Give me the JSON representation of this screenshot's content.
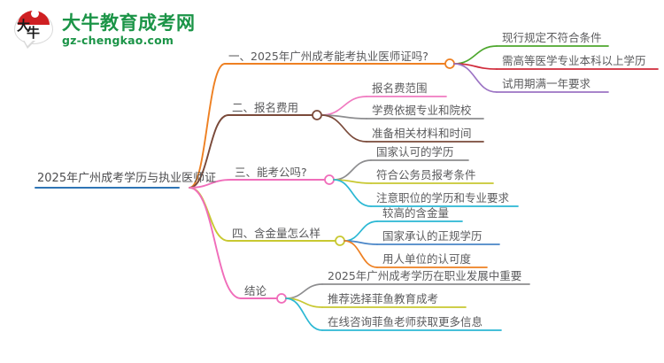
{
  "logo": {
    "mark_char_1": "大",
    "mark_char_2": "牛",
    "title": "大牛教育成考网",
    "url": "gz-chengkao.com",
    "brand_green": "#1b9447",
    "brand_red": "#cf1f22"
  },
  "mindmap": {
    "root": {
      "label": "2025年广州成考学历与执业医师证",
      "color": "#2e74b5"
    },
    "branches": [
      {
        "label": "一、2025年广州成考能考执业医师证吗?",
        "color": "#ee8022",
        "children": [
          {
            "label": "现行规定不符合条件",
            "color": "#4ea72e"
          },
          {
            "label": "需高等医学专业本科以上学历",
            "color": "#d02a3a"
          },
          {
            "label": "试用期满一年要求",
            "color": "#9c74c4"
          }
        ]
      },
      {
        "label": "二、报名费用",
        "color": "#7a4a3a",
        "children": [
          {
            "label": "报名费范围",
            "color": "#f07ac0"
          },
          {
            "label": "学费依据专业和院校",
            "color": "#8d8d8f"
          },
          {
            "label": "准备相关材料和时间",
            "color": "#7a4a3a"
          }
        ]
      },
      {
        "label": "三、能考公吗?",
        "color": "#f06dba",
        "children": [
          {
            "label": "国家认可的学历",
            "color": "#8d8d8f"
          },
          {
            "label": "符合公务员报考条件",
            "color": "#c8c831"
          },
          {
            "label": "注意职位的学历和专业要求",
            "color": "#2bb8d4"
          }
        ]
      },
      {
        "label": "四、含金量怎么样",
        "color": "#c8c831",
        "children": [
          {
            "label": "较高的含金量",
            "color": "#2bb8d4"
          },
          {
            "label": "国家承认的正规学历",
            "color": "#4a86c8"
          },
          {
            "label": "用人单位的认可度",
            "color": "#ee8022"
          }
        ]
      },
      {
        "label": "结论",
        "color": "#f06dba",
        "children": [
          {
            "label": "2025年广州成考学历在职业发展中重要",
            "color": "#8d8d8f"
          },
          {
            "label": "推荐选择菲鱼教育成考",
            "color": "#c8c831"
          },
          {
            "label": "在线咨询菲鱼老师获取更多信息",
            "color": "#2bb8d4"
          }
        ]
      }
    ]
  }
}
